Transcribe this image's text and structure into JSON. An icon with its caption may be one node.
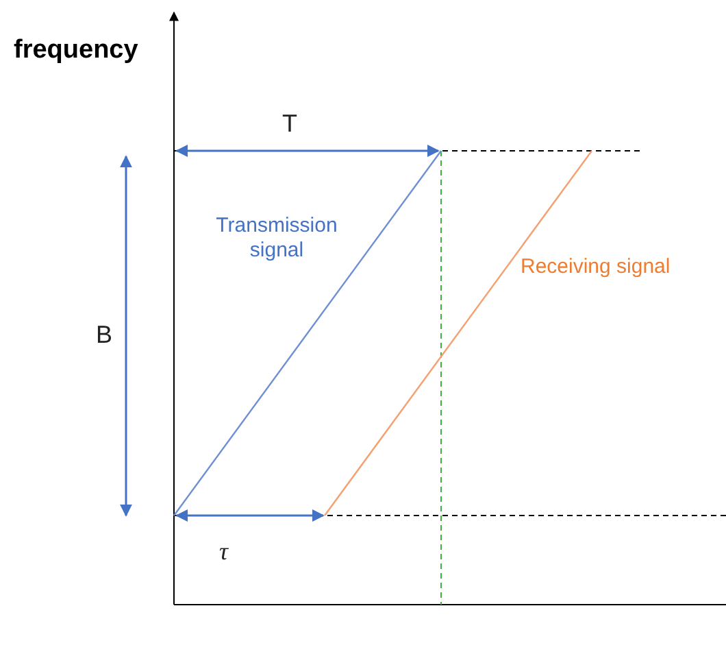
{
  "diagram": {
    "labels": [
      "frequency",
      "T",
      "Transmission signal",
      "B",
      "Receiving signal",
      "τ"
    ]
  }
}
